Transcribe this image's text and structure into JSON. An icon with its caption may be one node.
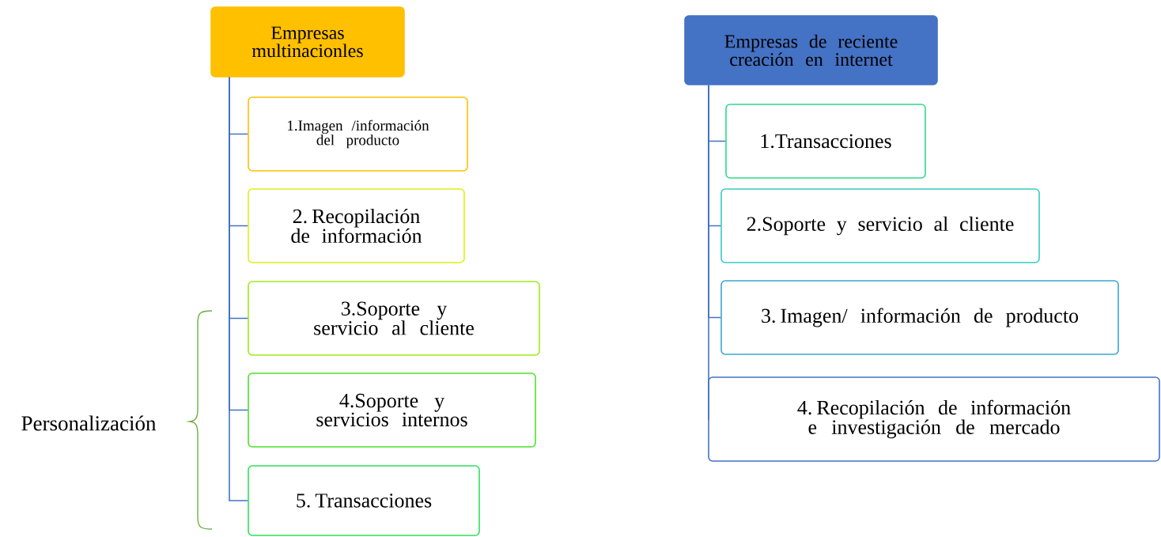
{
  "diagram": {
    "nodes": [
      {
        "text": [
          "Empresas multinacionles"
        ]
      },
      {
        "text": [
          "1.Imagen /información del producto"
        ]
      },
      {
        "text": [
          "2. Recopilación de información"
        ]
      },
      {
        "text": [
          "3.Soporte y servicio al cliente"
        ]
      },
      {
        "text": [
          "4.Soporte y servicios internos"
        ]
      },
      {
        "text": [
          "5. Transacciones"
        ]
      },
      {
        "text": [
          "Empresas de reciente creación en internet"
        ]
      },
      {
        "text": [
          "1.Transacciones"
        ]
      },
      {
        "text": [
          "2.Soporte y servicio al cliente"
        ]
      },
      {
        "text": [
          "3. Imagen/ información de producto"
        ]
      },
      {
        "text": [
          "4. Recopilación de información e investigación de mercado"
        ]
      }
    ],
    "edges": [
      {
        "from": 0,
        "to": 1,
        "arrow": "none"
      },
      {
        "from": 0,
        "to": 2,
        "arrow": "none"
      },
      {
        "from": 0,
        "to": 3,
        "arrow": "none"
      },
      {
        "from": 0,
        "to": 4,
        "arrow": "none"
      },
      {
        "from": 0,
        "to": 5,
        "arrow": "none"
      },
      {
        "from": 6,
        "to": 7,
        "arrow": "none"
      },
      {
        "from": 6,
        "to": 8,
        "arrow": "none"
      },
      {
        "from": 6,
        "to": 9,
        "arrow": "none"
      },
      {
        "from": 6,
        "to": 10,
        "arrow": "none"
      }
    ],
    "labels": [
      "Personalización"
    ]
  }
}
